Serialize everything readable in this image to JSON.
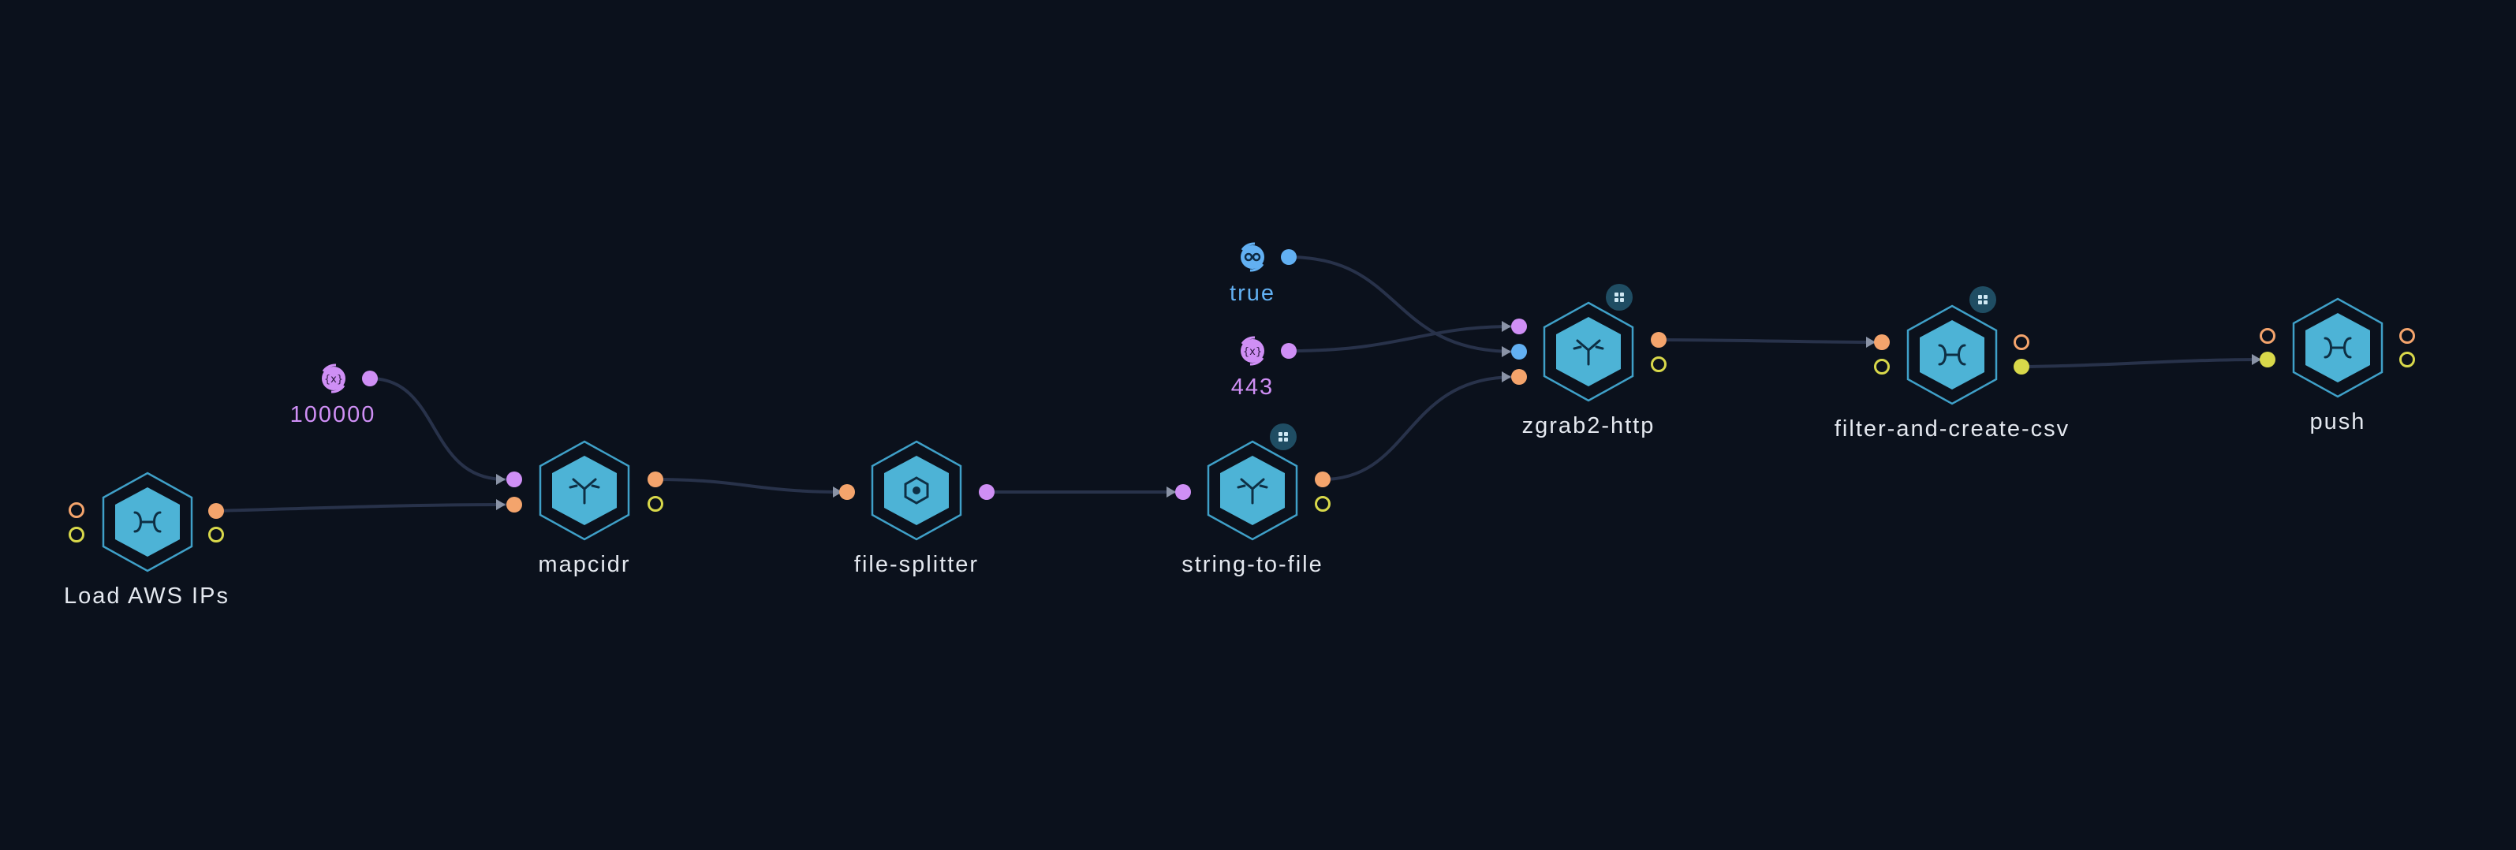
{
  "colors": {
    "background": "#0b111c",
    "node_fill": "#4db3d6",
    "node_stroke": "#3fa0c8",
    "edge": "#28324a",
    "port_orange": "#f4a46c",
    "port_yellow": "#d8d84a",
    "port_purple": "#cf8ff5",
    "port_blue": "#62b0f2",
    "label": "#e4e8ef"
  },
  "nodes": {
    "load_aws_ips": {
      "label": "Load AWS IPs",
      "icon": "merge-icon"
    },
    "mapcidr": {
      "label": "mapcidr",
      "icon": "split-icon"
    },
    "file_splitter": {
      "label": "file-splitter",
      "icon": "gear-icon"
    },
    "string_to_file": {
      "label": "string-to-file",
      "icon": "split-icon"
    },
    "zgrab2_http": {
      "label": "zgrab2-http",
      "icon": "split-icon"
    },
    "filter_and_create_csv": {
      "label": "filter-and-create-csv",
      "icon": "merge-icon"
    },
    "push": {
      "label": "push",
      "icon": "merge-icon"
    }
  },
  "params": {
    "p100000": {
      "value": "100000",
      "icon": "variable-icon"
    },
    "ptrue": {
      "value": "true",
      "icon": "boolean-icon"
    },
    "p443": {
      "value": "443",
      "icon": "variable-icon"
    }
  }
}
